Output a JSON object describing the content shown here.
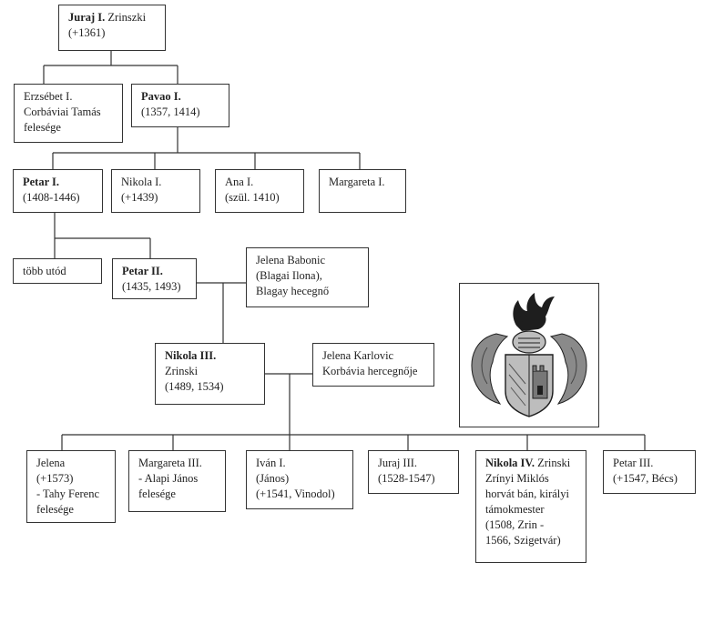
{
  "nodes": {
    "juraj1": {
      "name": "Juraj I.",
      "name_rest": " Zrinszki",
      "lines": [
        "(+1361)"
      ]
    },
    "erzsebet": {
      "lines": [
        "Erzsébet I.",
        "Corbáviai Tamás",
        "felesége"
      ]
    },
    "pavao": {
      "name": "Pavao I.",
      "lines": [
        "(1357, 1414)"
      ]
    },
    "petar1": {
      "name": "Petar I.",
      "lines": [
        "(1408-1446)"
      ]
    },
    "nikola1": {
      "lines": [
        "Nikola I.",
        "(+1439)"
      ]
    },
    "ana": {
      "lines": [
        "Ana I.",
        "(szül. 1410)"
      ]
    },
    "margareta1": {
      "lines": [
        "Margareta I."
      ]
    },
    "tobb": {
      "lines": [
        "több utód"
      ]
    },
    "petar2": {
      "name": "Petar II.",
      "lines": [
        "(1435, 1493)"
      ]
    },
    "jelena_babonic": {
      "lines": [
        "Jelena Babonic",
        "(Blagai Ilona),",
        "Blagay hecegnő"
      ]
    },
    "nikola3": {
      "name": "Nikola III.",
      "lines": [
        "Zrinski",
        "(1489, 1534)"
      ]
    },
    "jelena_karlovic": {
      "lines": [
        "Jelena Karlovic",
        "Korbávia hercegnője"
      ]
    },
    "jelena": {
      "lines": [
        "Jelena",
        "(+1573)",
        "- Tahy Ferenc",
        "felesége"
      ]
    },
    "margareta3": {
      "lines": [
        "Margareta III.",
        "- Alapi János",
        "felesége"
      ]
    },
    "ivan": {
      "lines": [
        "Iván I.",
        "(János)",
        "(+1541, Vinodol)"
      ]
    },
    "juraj3": {
      "lines": [
        "Juraj III.",
        "(1528-1547)"
      ]
    },
    "nikola4": {
      "name": "Nikola IV.",
      "name_rest": " Zrinski",
      "lines": [
        "Zrínyi Miklós",
        "horvát bán, királyi",
        "támokmester",
        "(1508, Zrin -",
        "1566, Szigetvár)"
      ]
    },
    "petar3": {
      "lines": [
        "Petar III.",
        "(+1547, Bécs)"
      ]
    }
  },
  "colors": {
    "line": "#333333",
    "crest_dark": "#1e1e1e",
    "crest_mid": "#777777",
    "crest_light": "#bdbdbd"
  }
}
